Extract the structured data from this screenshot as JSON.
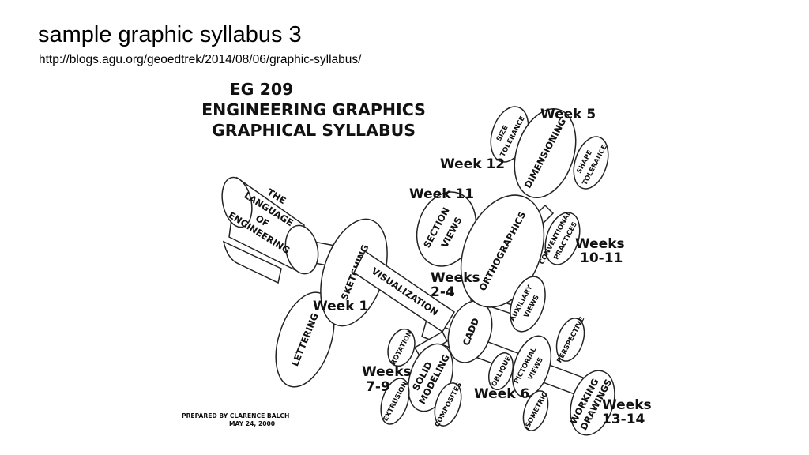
{
  "slide": {
    "title": "sample graphic syllabus 3",
    "url": "http://blogs.agu.org/geoedtrek/2014/08/06/graphic-syllabus/"
  },
  "diagram": {
    "header": [
      "EG 209",
      "ENGINEERING GRAPHICS",
      "GRAPHICAL SYLLABUS"
    ],
    "scroll": [
      "THE",
      "LANGUAGE",
      "OF",
      "ENGINEERING"
    ],
    "topics": {
      "sketching": "SKETCHING",
      "lettering": "LETTERING",
      "visualization": "VISUALIZATION",
      "cadd": "CADD",
      "orthographics": "ORTHOGRAPHICS",
      "section_views": [
        "SECTION",
        "VIEWS"
      ],
      "dimensioning": "DIMENSIONING",
      "size_tolerance": [
        "SIZE",
        "TOLERANCE"
      ],
      "shape_tolerance": [
        "SHAPE",
        "TOLERANCE"
      ],
      "conventional_practices": [
        "CONVENTIONAL",
        "PRACTICES"
      ],
      "auxiliary_views": [
        "AUXILIARY",
        "VIEWS"
      ],
      "rotation": "ROTATION",
      "solid_modeling": [
        "SOLID",
        "MODELING"
      ],
      "extrusion": "EXTRUSION",
      "composites": "COMPOSITES",
      "oblique": "OBLIQUE",
      "pictorial_views": [
        "PICTORIAL",
        "VIEWS"
      ],
      "perspective": "PERSPECTIVE",
      "isometric": "ISOMETRIC",
      "working_drawings": [
        "WORKING",
        "DRAWINGS"
      ]
    },
    "weeks": {
      "week5": "Week 5",
      "week12": "Week 12",
      "week11": "Week 11",
      "weeks10_11": [
        "Weeks",
        "10-11"
      ],
      "weeks2_4": [
        "Weeks",
        "2-4"
      ],
      "week1": "Week 1",
      "weeks7_9": [
        "Weeks",
        "7-9"
      ],
      "week6": "Week 6",
      "weeks13_14": [
        "Weeks",
        "13-14"
      ]
    },
    "credit": [
      "PREPARED BY CLARENCE BALCH",
      "MAY 24, 2000"
    ]
  }
}
